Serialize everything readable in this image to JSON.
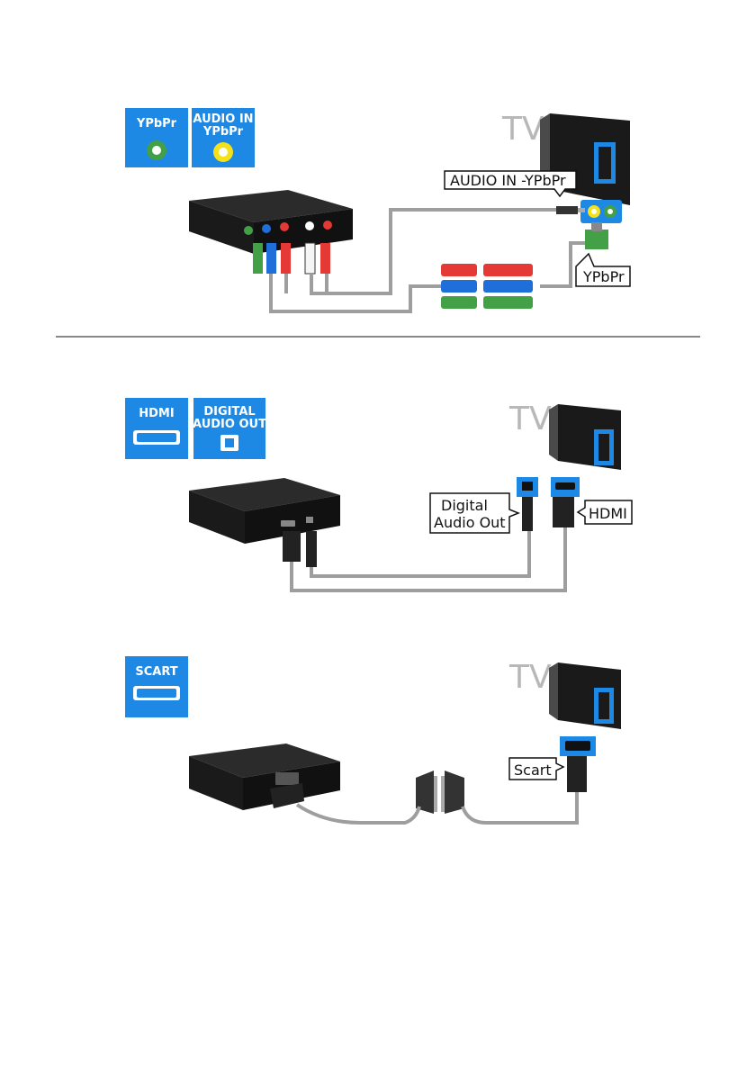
{
  "colors": {
    "port_tile": "#1e88e5",
    "cable": "#9e9e9e",
    "device": "#1a1a1a",
    "green": "#43a047",
    "blue": "#1e6fd9",
    "red": "#e53935",
    "yellow": "#f4e11a"
  },
  "component": {
    "tile_ypbpr": "YPbPr",
    "tile_audio_line1": "AUDIO IN",
    "tile_audio_line2": "YPbPr",
    "tv_label": "TV",
    "callout_audio": "AUDIO IN -YPbPr",
    "callout_ypbpr": "YPbPr"
  },
  "hdmi": {
    "tile_hdmi": "HDMI",
    "tile_digital_line1": "DIGITAL",
    "tile_digital_line2": "AUDIO OUT",
    "tv_label": "TV",
    "callout_digital_line1": "Digital",
    "callout_digital_line2": "Audio Out",
    "callout_hdmi": "HDMI"
  },
  "scart": {
    "tile_scart": "SCART",
    "tv_label": "TV",
    "callout_scart": "Scart"
  }
}
